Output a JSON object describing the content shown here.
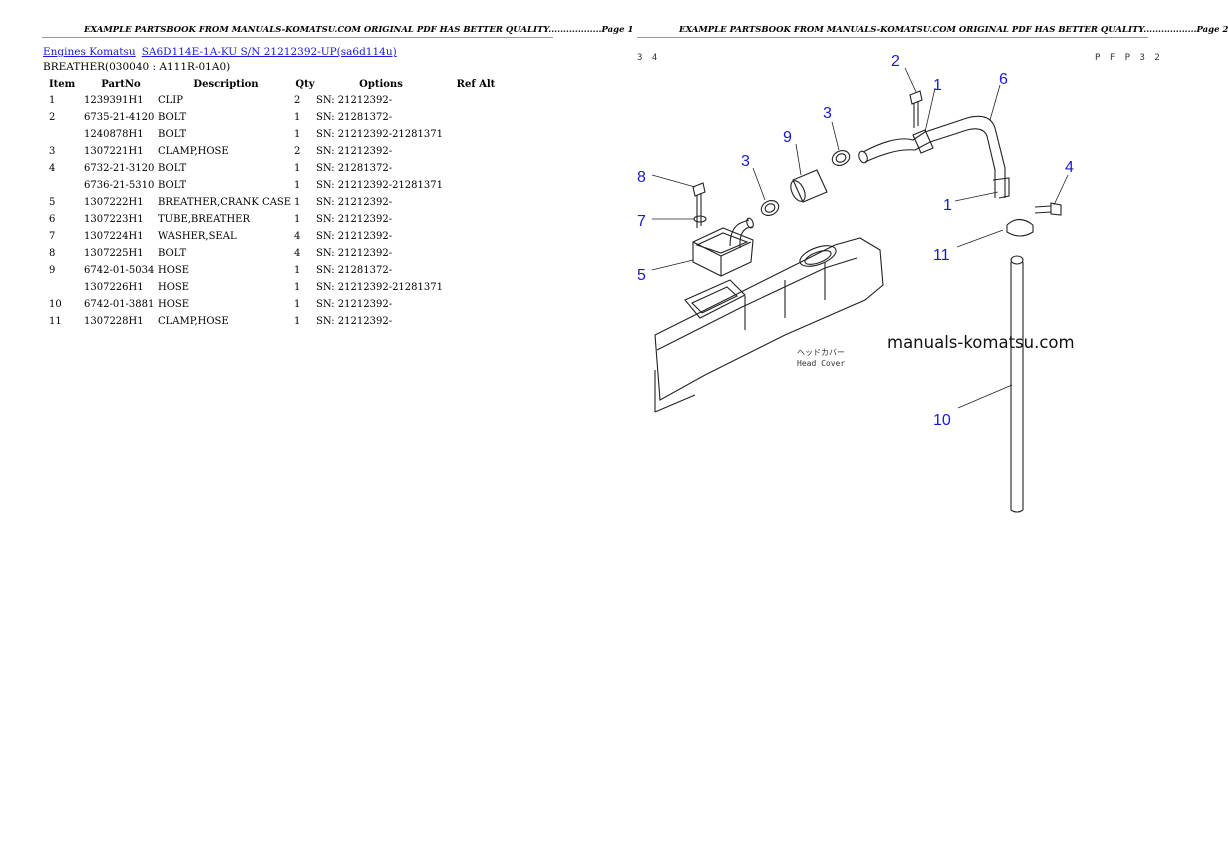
{
  "page1": {
    "header": "EXAMPLE PARTSBOOK FROM MANUALS-KOMATSU.COM ORIGINAL PDF HAS BETTER QUALITY..................Page 1",
    "breadcrumb": {
      "link1": "Engines Komatsu",
      "link2": "SA6D114E-1A-KU S/N 21212392-UP(sa6d114u)"
    },
    "subtitle": "BREATHER(030040 : A111R-01A0)",
    "table": {
      "columns": [
        "Item",
        "PartNo",
        "Description",
        "Qty",
        "Options",
        "Ref Alt"
      ],
      "rows": [
        {
          "item": "1",
          "partno": "1239391H1",
          "desc": "CLIP",
          "qty": "2",
          "opt": "SN: 21212392-"
        },
        {
          "item": "2",
          "partno": "6735-21-4120",
          "desc": "BOLT",
          "qty": "1",
          "opt": "SN: 21281372-"
        },
        {
          "item": "",
          "partno": "1240878H1",
          "desc": "BOLT",
          "qty": "1",
          "opt": "SN: 21212392-21281371"
        },
        {
          "item": "3",
          "partno": "1307221H1",
          "desc": "CLAMP,HOSE",
          "qty": "2",
          "opt": "SN: 21212392-"
        },
        {
          "item": "4",
          "partno": "6732-21-3120",
          "desc": "BOLT",
          "qty": "1",
          "opt": "SN: 21281372-"
        },
        {
          "item": "",
          "partno": "6736-21-5310",
          "desc": "BOLT",
          "qty": "1",
          "opt": "SN: 21212392-21281371"
        },
        {
          "item": "5",
          "partno": "1307222H1",
          "desc": "BREATHER,CRANK CASE",
          "qty": "1",
          "opt": "SN: 21212392-"
        },
        {
          "item": "6",
          "partno": "1307223H1",
          "desc": "TUBE,BREATHER",
          "qty": "1",
          "opt": "SN: 21212392-"
        },
        {
          "item": "7",
          "partno": "1307224H1",
          "desc": "WASHER,SEAL",
          "qty": "4",
          "opt": "SN: 21212392-"
        },
        {
          "item": "8",
          "partno": "1307225H1",
          "desc": "BOLT",
          "qty": "4",
          "opt": "SN: 21212392-"
        },
        {
          "item": "9",
          "partno": "6742-01-5034",
          "desc": "HOSE",
          "qty": "1",
          "opt": "SN: 21281372-"
        },
        {
          "item": "",
          "partno": "1307226H1",
          "desc": "HOSE",
          "qty": "1",
          "opt": "SN: 21212392-21281371"
        },
        {
          "item": "10",
          "partno": "6742-01-3881",
          "desc": "HOSE",
          "qty": "1",
          "opt": "SN: 21212392-"
        },
        {
          "item": "11",
          "partno": "1307228H1",
          "desc": "CLAMP,HOSE",
          "qty": "1",
          "opt": "SN: 21212392-"
        }
      ]
    }
  },
  "page2": {
    "header": "EXAMPLE PARTSBOOK FROM MANUALS-KOMATSU.COM ORIGINAL PDF HAS BETTER QUALITY..................Page 2",
    "corner_left": "3 4",
    "corner_right": "P F P 3 2",
    "watermark": "manuals-komatsu.com",
    "jp_label": "ヘッドカバー",
    "en_label": "Head Cover",
    "callouts": [
      "2",
      "1",
      "6",
      "3",
      "9",
      "3",
      "8",
      "4",
      "7",
      "1",
      "11",
      "5",
      "10"
    ],
    "colors": {
      "callout": "#1a1ad6",
      "link": "#1a1ad6"
    }
  }
}
